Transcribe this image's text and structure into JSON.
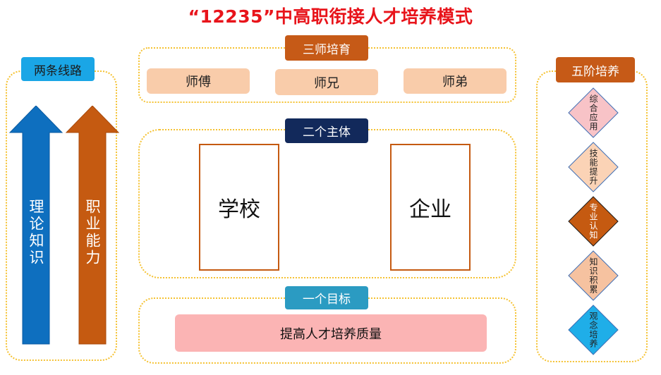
{
  "title": "“12235”中高职衔接人才培养模式",
  "two_routes": {
    "label": "两条线路",
    "arrows": [
      {
        "text": "理论知识",
        "color": "#0e6fbf"
      },
      {
        "text": "职业能力",
        "color": "#c55a11"
      }
    ]
  },
  "three_teachers": {
    "label": "三师培育",
    "items": [
      "师傅",
      "师兄",
      "师弟"
    ]
  },
  "two_subjects": {
    "label": "二个主体",
    "items": [
      "学校",
      "企业"
    ]
  },
  "one_goal": {
    "label": "一个目标",
    "text": "提高人才培养质量"
  },
  "five_stages": {
    "label": "五阶培养",
    "items": [
      {
        "text": "综合应用",
        "fill": "#f8c3c7",
        "text_color": "#222222"
      },
      {
        "text": "技能提升",
        "fill": "#fbd3b6",
        "text_color": "#222222"
      },
      {
        "text": "专业认知",
        "fill": "#c55a11",
        "text_color": "#ffffff"
      },
      {
        "text": "知识积累",
        "fill": "#f6c2a0",
        "text_color": "#222222"
      },
      {
        "text": "观念培养",
        "fill": "#1faee8",
        "text_color": "#222222"
      }
    ]
  }
}
